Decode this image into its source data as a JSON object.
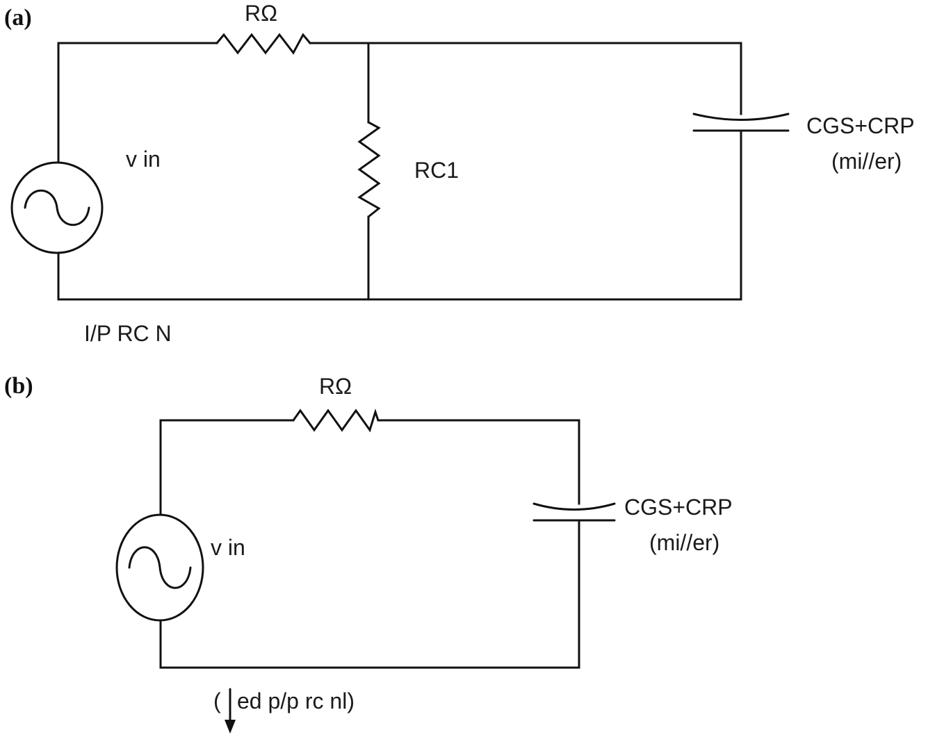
{
  "panel_a": {
    "panel_label": "(a)",
    "series_resistor_label": "RΩ",
    "shunt_resistor_label": "RC1",
    "source_label": "v in",
    "capacitor_label_line1": "CGS+CRP",
    "capacitor_label_line2": "(mi//er)",
    "network_caption": "I/P RC N"
  },
  "panel_b": {
    "panel_label": "(b)",
    "series_resistor_label": "RΩ",
    "source_label": "v in",
    "capacitor_label_line1": "CGS+CRP",
    "capacitor_label_line2": "(mi//er)",
    "caption_open": "(",
    "caption_text": "ed p/p rc nl)"
  }
}
